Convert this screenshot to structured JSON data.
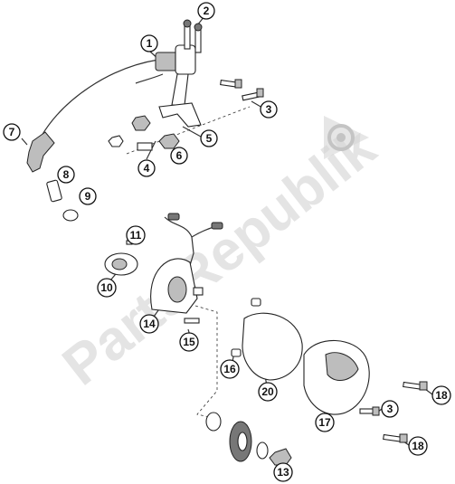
{
  "watermark": {
    "text": "PartsRepublik",
    "color": "#cfcfcf"
  },
  "colors": {
    "line": "#222222",
    "callout_border": "#111111",
    "background": "#ffffff"
  },
  "callouts": [
    {
      "id": "c1",
      "label": "1"
    },
    {
      "id": "c2",
      "label": "2"
    },
    {
      "id": "c3a",
      "label": "3"
    },
    {
      "id": "c4",
      "label": "4"
    },
    {
      "id": "c5",
      "label": "5"
    },
    {
      "id": "c6",
      "label": "6"
    },
    {
      "id": "c7",
      "label": "7"
    },
    {
      "id": "c8",
      "label": "8"
    },
    {
      "id": "c9",
      "label": "9"
    },
    {
      "id": "c10",
      "label": "10"
    },
    {
      "id": "c11",
      "label": "11"
    },
    {
      "id": "c14",
      "label": "14"
    },
    {
      "id": "c15",
      "label": "15"
    },
    {
      "id": "c16",
      "label": "16"
    },
    {
      "id": "c20",
      "label": "20"
    },
    {
      "id": "c17",
      "label": "17"
    },
    {
      "id": "c3b",
      "label": "3"
    },
    {
      "id": "c18a",
      "label": "18"
    },
    {
      "id": "c18b",
      "label": "18"
    },
    {
      "id": "c13",
      "label": "13"
    }
  ]
}
